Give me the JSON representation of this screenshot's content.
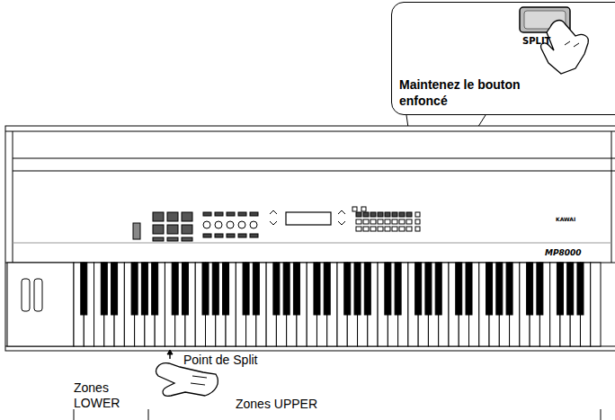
{
  "diagram": {
    "nodes": [
      {
        "text": [
          "SPLIT",
          "Maintenez le bouton enfoncé"
        ]
      }
    ],
    "labels": [
      "Point de Split",
      "Zones LOWER",
      "Zones UPPER",
      "KAWAI",
      "MP8000"
    ]
  }
}
